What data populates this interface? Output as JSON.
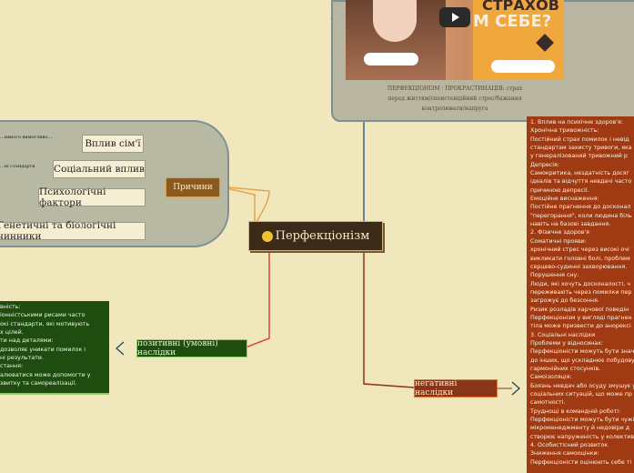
{
  "central": {
    "label": "Перфекціонізм",
    "icon": "worried-face-icon"
  },
  "branches": {
    "causes": "Причини",
    "positive": "позитивні (умовні) наслідки",
    "negative": "негативні наслідки"
  },
  "causes": [
    {
      "label": "Вплив сім'ї",
      "sub": "...ивного вимогливо..."
    },
    {
      "label": "Соціальний вплив",
      "sub": "...ні стандарти"
    },
    {
      "label": "Психологічні фактори",
      "sub": ""
    },
    {
      "label": "Генетичні та біологічні чинники",
      "sub": ""
    }
  ],
  "video": {
    "overlay_top": "СТРАХОВ",
    "overlay_bottom": "М СЕБЕ?",
    "caption_lines": [
      "ПЕРФЕКЦІОНІЗМ · ПРОКРАСТИНАЦІЯ: страх",
      "перед життям/скеистенційний стрес/бажання",
      "контролювати/напруга"
    ]
  },
  "positive_lines": [
    "вність:",
    "іонністськими рисами часто",
    "окі стандарти, які мотивують",
    "х цілей.",
    "ти над деталями:",
    "дозволяє уникати помилок і",
    "ні результати.",
    "стання:",
    "алюватися може допомогти у",
    "звитку та самореалізації."
  ],
  "negative_lines": [
    "1. Вплив на психічне здоров'я:",
    "Хронічна тривожність:",
    "Постійний страх помилок і невід",
    "стандартам захисту тривоги, яка",
    "у генералізований тривожний р",
    "Депресія:",
    "Самокритика, нездатність досяг",
    "ідеалів та відчуття невдачі часто",
    "причиною депресії.",
    "Емоційне виснаження:",
    "Постійне прагнення до досконал",
    "\"перегорання\", коли людина біль",
    "навіть на базові завдання.",
    "2. Фізичне здоров'я",
    "Соматичні прояви:",
    "хронічний стрес через високі очі",
    "викликати головні болі, проблем",
    "серцево-судинні захворювання.",
    "Порушення сну:",
    "Люди, які хочуть досконалості, ч",
    "переживають через помилки пер",
    "загрожує до безсоння.",
    "Ризик розладів харчової поведін",
    "Перфекціонізм у вигляді прагнен",
    "тіла може призвести до анорексі",
    "3. Соціальні наслідки",
    "Проблеми у відносинах:",
    "Перфекціоністи можуть бути значн",
    "до інших, що ускладнює побудову",
    "гармонійних стосунків.",
    "Самоізоляція:",
    "Боязнь невдач або осуду змушує у",
    "соціальних ситуацій, що може пр",
    "самотності.",
    "Труднощі в командній роботі:",
    "Перфекціоністи можуть бути чужі",
    "мікроменеджменту й недовіри д",
    "створює напруженість у колективі",
    "4. Особистісний розвиток",
    "Зниження самооцінки:",
    "Перфекціоністи оцінюють себе ті"
  ],
  "colors": {
    "background": "#f0e7bd",
    "central": "#3c2a18",
    "causes": "#8a5a20",
    "positive": "#1e4d0f",
    "negative": "#a03a12"
  }
}
